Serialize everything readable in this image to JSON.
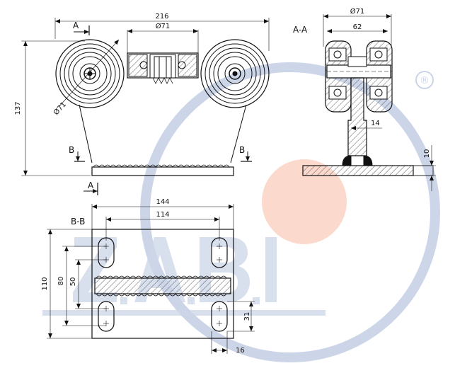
{
  "watermark": {
    "text": "ZABI",
    "trademark": "®",
    "accent_color": "#f9c7b4",
    "ring_color": "#c7d1e6"
  },
  "front_view": {
    "overall_width": "216",
    "bracket_diameter": "Ø71",
    "wheel_diameter": "Ø71",
    "height": "137",
    "section_a_top": "A",
    "section_a_bottom": "A",
    "section_b_left": "B",
    "section_b_right": "B"
  },
  "section_aa": {
    "title": "A-A",
    "outer_diameter": "Ø71",
    "inner_width": "62",
    "stem_width": "14",
    "plate_thickness": "10"
  },
  "section_bb": {
    "title": "B-B",
    "plate_width": "144",
    "slot_spacing": "114",
    "plate_height": "110",
    "slot_pitch_outer": "80",
    "slot_pitch_inner": "50",
    "slot_length": "31",
    "slot_width": "16"
  }
}
